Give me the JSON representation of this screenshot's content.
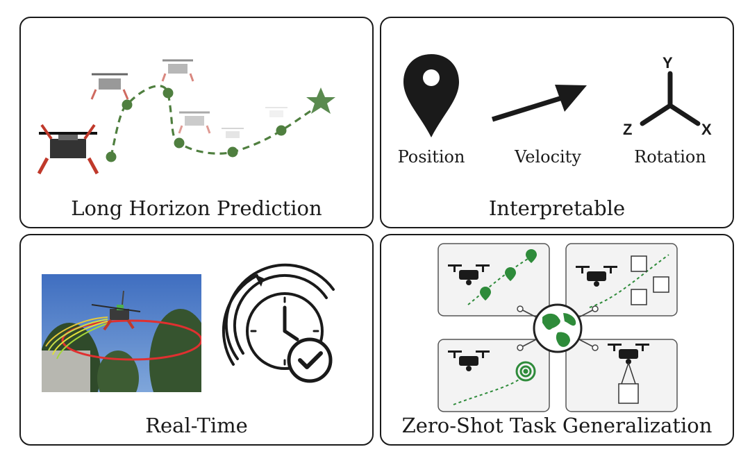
{
  "panels": {
    "long_horizon": {
      "caption": "Long Horizon Prediction"
    },
    "interpretable": {
      "caption": "Interpretable",
      "items": {
        "position": "Position",
        "velocity": "Velocity",
        "rotation": "Rotation"
      },
      "axes": {
        "y": "Y",
        "z": "Z",
        "x": "X"
      }
    },
    "real_time": {
      "caption": "Real-Time"
    },
    "zero_shot": {
      "caption": "Zero-Shot Task Generalization"
    }
  },
  "colors": {
    "trajectory_green": "#4f7f3f",
    "accent_green": "#2e8b3a",
    "ring_red": "#e03030"
  }
}
